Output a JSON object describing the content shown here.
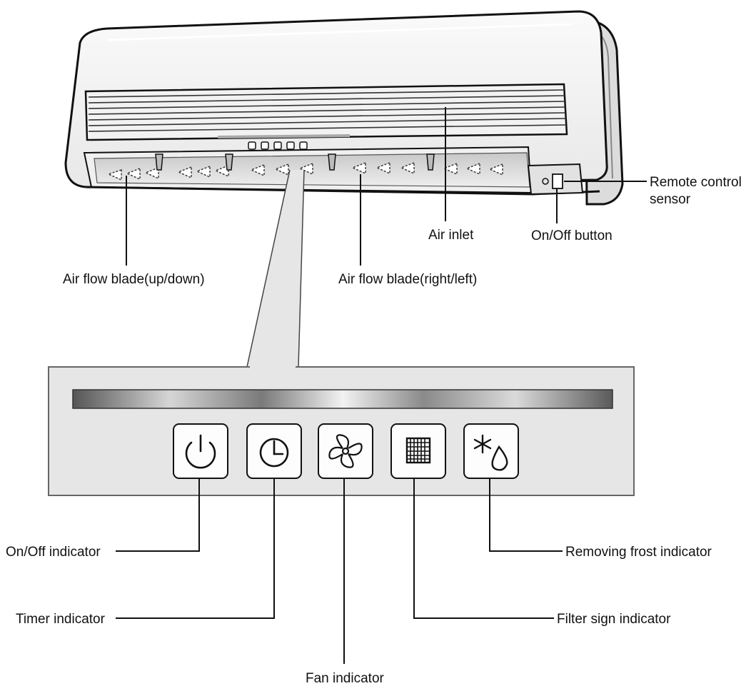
{
  "labels": {
    "remote_sensor_line1": "Remote control",
    "remote_sensor_line2": "sensor",
    "onoff_button": "On/Off button",
    "air_inlet": "Air inlet",
    "blade_updown": "Air flow blade(up/down)",
    "blade_rightleft": "Air flow blade(right/left)",
    "onoff_indicator": "On/Off indicator",
    "timer_indicator": "Timer indicator",
    "fan_indicator": "Fan indicator",
    "filter_indicator": "Filter sign indicator",
    "frost_indicator": "Removing frost indicator"
  },
  "icons": [
    "power-icon",
    "timer-icon",
    "fan-icon",
    "filter-grid-icon",
    "snowflake-drop-icon"
  ],
  "colors": {
    "line": "#111111",
    "panel": "#e6e6e6",
    "unit": "#f4f4f4"
  }
}
